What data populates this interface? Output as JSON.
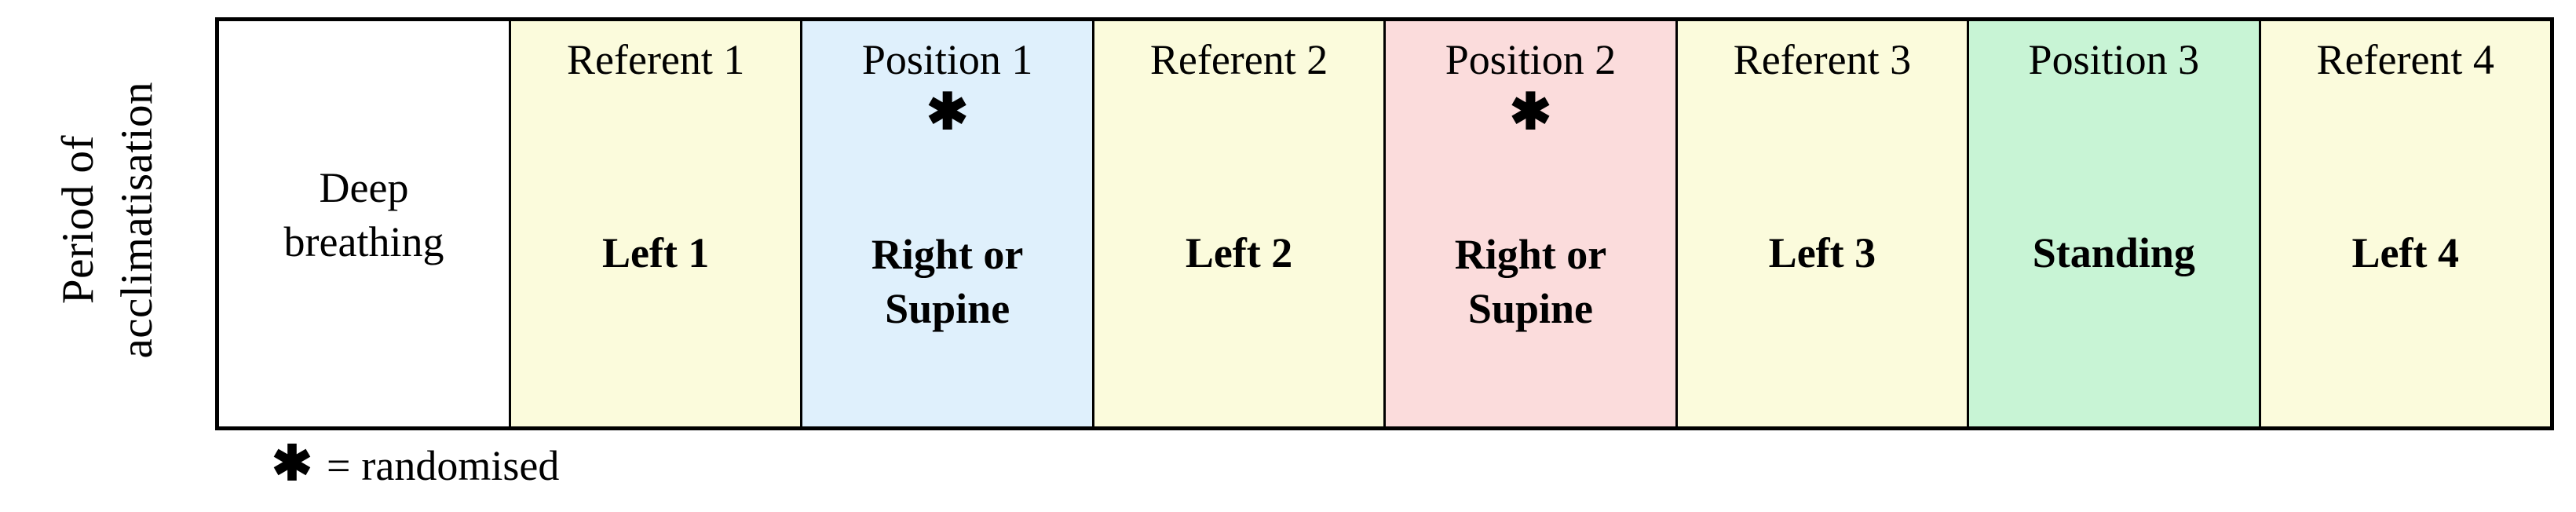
{
  "side_label": {
    "line1": "Period of",
    "line2": "acclimatisation"
  },
  "colors": {
    "referent_bg": "#fbfbdc",
    "position1_bg": "#dff0fc",
    "position2_bg": "#fbdcdc",
    "position3_bg": "#c8f4d5",
    "deep_breathing_bg": "#ffffff",
    "border": "#000000",
    "text": "#000000"
  },
  "table": {
    "columns": [
      {
        "kind": "baseline",
        "top": "",
        "star": "",
        "bottom": "Deep\nbreathing",
        "bg": "#ffffff"
      },
      {
        "kind": "referent",
        "top": "Referent 1",
        "star": "",
        "bottom": "Left 1",
        "bg": "#fbfbdc"
      },
      {
        "kind": "position",
        "top": "Position 1",
        "star": "✱",
        "bottom": "Right or\nSupine",
        "bg": "#dff0fc"
      },
      {
        "kind": "referent",
        "top": "Referent 2",
        "star": "",
        "bottom": "Left 2",
        "bg": "#fbfbdc"
      },
      {
        "kind": "position",
        "top": "Position 2",
        "star": "✱",
        "bottom": "Right or\nSupine",
        "bg": "#fbdcdc"
      },
      {
        "kind": "referent",
        "top": "Referent 3",
        "star": "",
        "bottom": "Left 3",
        "bg": "#fbfbdc"
      },
      {
        "kind": "position",
        "top": "Position 3",
        "star": "",
        "bottom": "Standing",
        "bg": "#c8f4d5"
      },
      {
        "kind": "referent",
        "top": "Referent 4",
        "star": "",
        "bottom": "Left 4",
        "bg": "#fbfbdc"
      }
    ]
  },
  "caption": {
    "star": "✱",
    "equals": "=",
    "text": "randomised"
  }
}
